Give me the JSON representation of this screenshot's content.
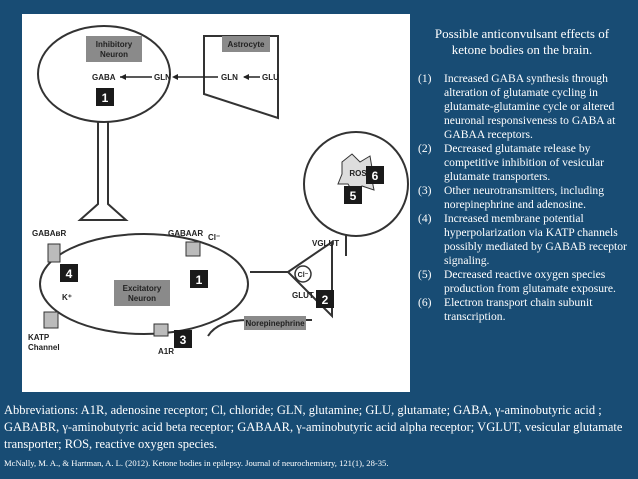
{
  "diagram": {
    "inhibitory_neuron": "Inhibitory\nNeuron",
    "astrocyte": "Astrocyte",
    "excitatory_neuron": "Excitatory\nNeuron",
    "norepinephrine": "Norepinephrine",
    "labels": {
      "gaba_top": "GABA",
      "gln_top": "GLN",
      "gln_astro": "GLN",
      "glu_astro": "GLU",
      "gabab_r": "GABAʙR",
      "gabaa_r": "GABAAR",
      "cl_top": "Cl⁻",
      "k_plus": "K⁺",
      "katp_channel": "KATP\nChannel",
      "a1_r": "A1R",
      "vglut": "VGLUT",
      "cl_vglut": "Cl⁻",
      "glut": "GLUT",
      "ros": "ROS"
    },
    "markers": [
      "1",
      "2",
      "3",
      "4",
      "5",
      "6",
      "1"
    ]
  },
  "side": {
    "title": "Possible anticonvulsant effects of ketone bodies on the brain.",
    "items": [
      {
        "num": "(1)",
        "text": "Increased GABA synthesis through alteration of glutamate cycling in glutamate-glutamine cycle or altered neuronal responsiveness to GABA at GABAA receptors."
      },
      {
        "num": "(2)",
        "text": "Decreased glutamate release by competitive inhibition of vesicular glutamate transporters."
      },
      {
        "num": "(3)",
        "text": "Other neurotransmitters, including norepinephrine and adenosine."
      },
      {
        "num": "(4)",
        "text": "Increased membrane potential hyperpolarization via KATP channels possibly mediated by GABAB receptor signaling."
      },
      {
        "num": "(5)",
        "text": " Decreased reactive oxygen species production from glutamate exposure."
      },
      {
        "num": "(6)",
        "text": "Electron transport chain subunit transcription."
      }
    ]
  },
  "abbreviations": "Abbreviations: A1R, adenosine receptor; Cl, chloride; GLN, glutamine; GLU, glutamate; GABA, γ-aminobutyric acid ; GABABR, γ-aminobutyric acid beta receptor; GABAAR, γ-aminobutyric acid alpha receptor; VGLUT, vesicular glutamate transporter; ROS, reactive oxygen species.",
  "citation": "McNally, M. A., & Hartman, A. L. (2012). Ketone bodies in epilepsy. Journal of neurochemistry, 121(1), 28-35.",
  "colors": {
    "background": "#184c74",
    "panel": "#ffffff",
    "marker": "#1a1a1a"
  }
}
